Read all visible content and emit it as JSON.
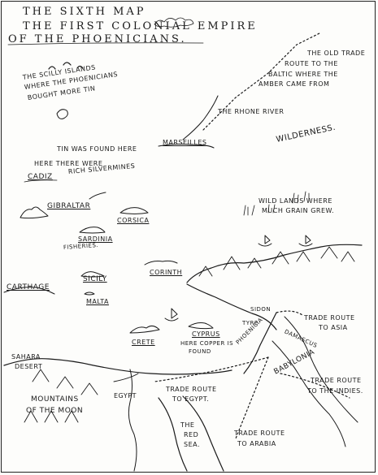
{
  "title": {
    "line1": "THE SIXTH MAP",
    "line2": "THE FIRST COLONIAL EMPIRE",
    "line3": "OF THE PHOENICIANS."
  },
  "labels": {
    "scilly": [
      "THE SCILLY ISLANDS",
      "WHERE THE PHOENICIANS",
      "BOUGHT MORE TIN"
    ],
    "old_trade_route": [
      "THE OLD TRADE",
      "ROUTE TO THE",
      "BALTIC WHERE THE",
      "AMBER CAME FROM"
    ],
    "rhone": "THE RHONE RIVER",
    "tin": "TIN WAS FOUND HERE",
    "marseilles": "MARSEILLES",
    "wilderness": "WILDERNESS.",
    "silver": [
      "HERE THERE WERE",
      "RICH SILVERMINES"
    ],
    "cadiz": "CADIZ",
    "gibraltar": "GIBRALTAR",
    "wild_lands": [
      "WILD LANDS WHERE",
      "MUCH GRAIN GREW."
    ],
    "corsica": "CORSICA",
    "sardinia": "SARDINIA",
    "fisheries": "FISHERIES.",
    "corinth": "CORINTH",
    "carthage": "CARTHAGE",
    "sicily": "SICILY",
    "malta": "MALTA",
    "sidon": "SIDON",
    "tyre": "TYRE",
    "trade_asia": [
      "TRADE ROUTE",
      "TO ASIA"
    ],
    "damascus": "DAMASCUS",
    "phoenicia": "PHOENICIA",
    "crete": "CRETE",
    "cyprus": "CYPRUS",
    "copper": [
      "HERE COPPER IS",
      "FOUND"
    ],
    "sahara": [
      "SAHARA",
      "DESERT"
    ],
    "babylonia": "BABYLONIA",
    "trade_indies": [
      "TRADE ROUTE",
      "TO THE INDIES."
    ],
    "egypt": "EGYPT",
    "trade_egypt": [
      "TRADE ROUTE",
      "TO EGYPT."
    ],
    "mountains": [
      "MOUNTAINS",
      "OF THE MOON"
    ],
    "red_sea": [
      "THE",
      "RED",
      "SEA."
    ],
    "trade_arabia": [
      "TRADE ROUTE",
      "TO ARABIA"
    ]
  },
  "colors": {
    "ink": "#1a1a1a",
    "paper": "#fdfdfb"
  }
}
